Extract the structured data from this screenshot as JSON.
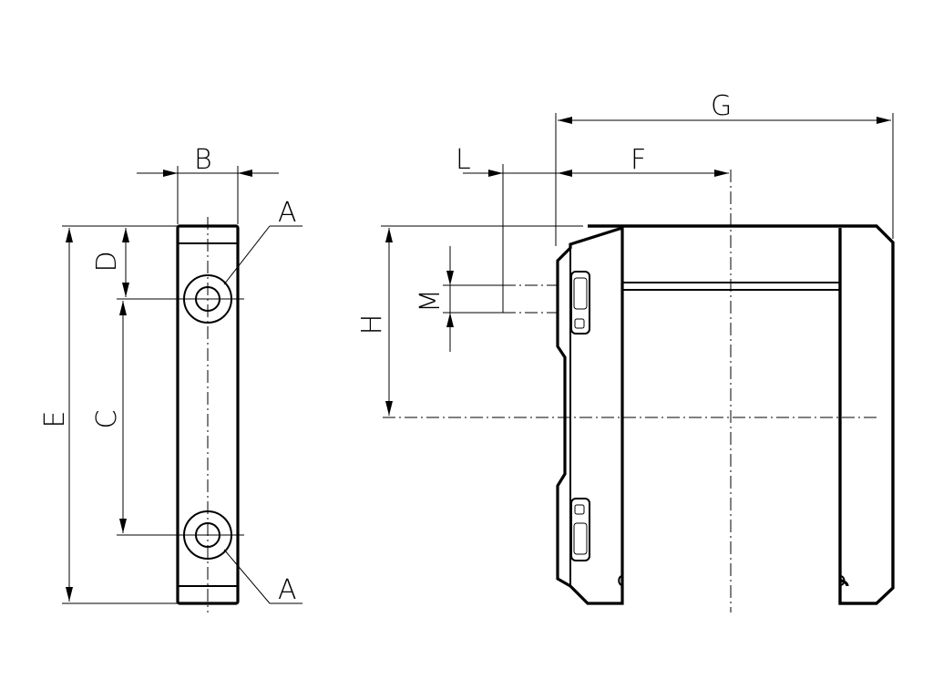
{
  "labels": {
    "b": "B",
    "d": "D",
    "c": "C",
    "e": "E",
    "a_top": "A",
    "a_bottom": "A",
    "l": "L",
    "f": "F",
    "g": "G",
    "h": "H",
    "m": "M"
  }
}
